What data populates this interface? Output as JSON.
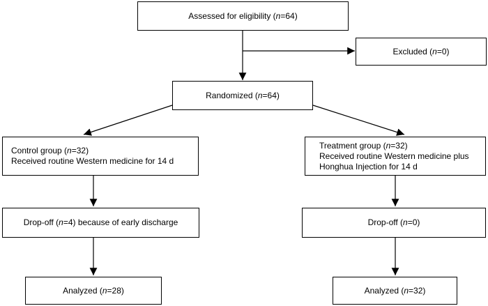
{
  "assessed": {
    "pre": "Assessed for eligibility (",
    "n": "n",
    "post": "=64)"
  },
  "excluded": {
    "pre": "Excluded (",
    "n": "n",
    "post": "=0)"
  },
  "randomized": {
    "pre": "Randomized (",
    "n": "n",
    "post": "=64)"
  },
  "control": {
    "title": {
      "pre": "Control group (",
      "n": "n",
      "post": "=32)"
    },
    "line2": "Received routine Western medicine for 14 d"
  },
  "treatment": {
    "title": {
      "pre": "Treatment group (",
      "n": "n",
      "post": "=32)"
    },
    "line2": "Received routine Western medicine plus",
    "line3": "Honghua Injection for 14 d"
  },
  "dropoff_control": {
    "pre": "Drop-off (",
    "n": "n",
    "post": "=4) because of early discharge"
  },
  "dropoff_treatment": {
    "pre": "Drop-off (",
    "n": "n",
    "post": "=0)"
  },
  "analyzed_control": {
    "pre": "Analyzed (",
    "n": "n",
    "post": "=28)"
  },
  "analyzed_treatment": {
    "pre": "Analyzed (",
    "n": "n",
    "post": "=32)"
  }
}
